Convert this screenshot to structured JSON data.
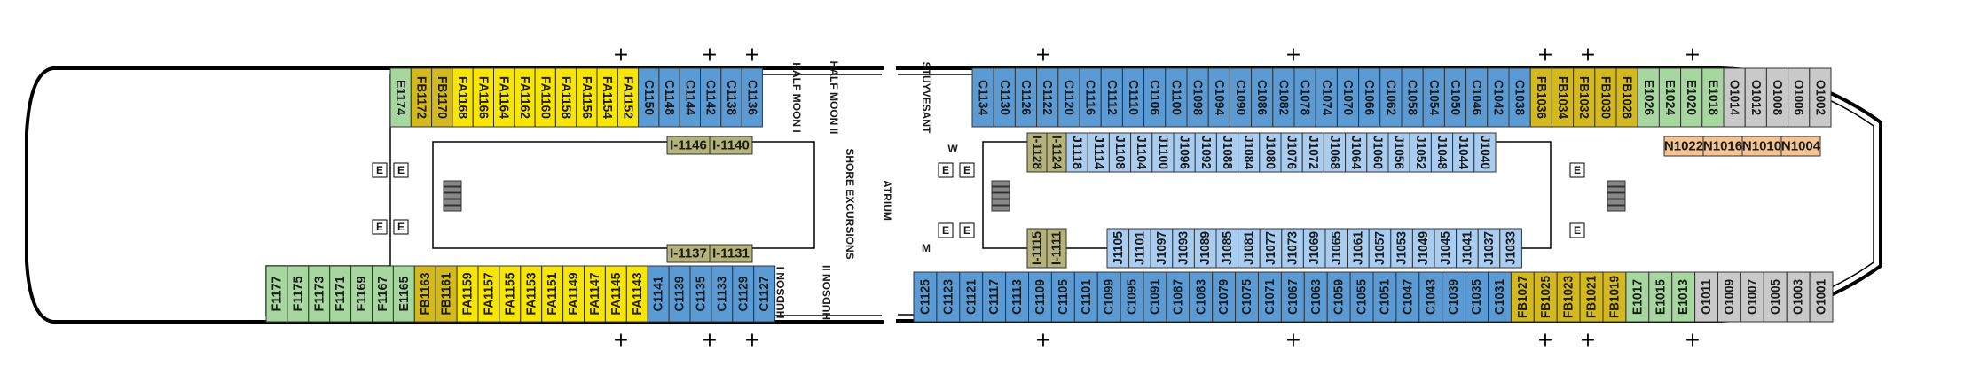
{
  "colors": {
    "FA": "#f8e500",
    "FB": "#d3b91e",
    "C": "#5b9bd5",
    "C_alt": "#6aa5dc",
    "J": "#a9cdf0",
    "I": "#b5b27a",
    "E": "#a5d79f",
    "O": "#c9c9c9",
    "N": "#f4c38f",
    "outline": "#000000"
  },
  "fwd_top": [
    "E1174",
    "FB1172",
    "FB1170",
    "FA1168",
    "FA1166",
    "FA1164",
    "FA1162",
    "FA1160",
    "FA1158",
    "FA1156",
    "FA1154",
    "FA1152",
    "C1150",
    "C1148",
    "C1144",
    "C1142",
    "C1138",
    "C1136"
  ],
  "fwd_bot": [
    "F1177",
    "F1175",
    "F1173",
    "F1171",
    "F1169",
    "F1167",
    "E1165",
    "FB1163",
    "FB1161",
    "FA1159",
    "FA1157",
    "FA1155",
    "FA1153",
    "FA1151",
    "FA1149",
    "FA1147",
    "FA1145",
    "FA1143",
    "C1141",
    "C1139",
    "C1135",
    "C1133",
    "C1129",
    "C1127"
  ],
  "fwd_inner_top": [
    "I-1146",
    "I-1140"
  ],
  "fwd_inner_bot": [
    "I-1137",
    "I-1131"
  ],
  "aft_top": [
    "C1134",
    "C1130",
    "C1126",
    "C1122",
    "C1120",
    "C1116",
    "C1112",
    "C1110",
    "C1106",
    "C1100",
    "C1098",
    "C1094",
    "C1090",
    "C1086",
    "C1082",
    "C1078",
    "C1074",
    "C1070",
    "C1066",
    "C1062",
    "C1058",
    "C1054",
    "C1050",
    "C1046",
    "C1042",
    "C1038",
    "FB1036",
    "FB1034",
    "FB1032",
    "FB1030",
    "FB1028",
    "E1026",
    "E1024",
    "E1020",
    "E1018",
    "O1014",
    "O1012",
    "O1008",
    "O1006",
    "O1002"
  ],
  "aft_bot": [
    "C1125",
    "C1123",
    "C1121",
    "C1117",
    "C1113",
    "C1109",
    "C1105",
    "C1101",
    "C1099",
    "C1095",
    "C1091",
    "C1087",
    "C1083",
    "C1079",
    "C1075",
    "C1071",
    "C1067",
    "C1063",
    "C1059",
    "C1055",
    "C1051",
    "C1047",
    "C1043",
    "C1039",
    "C1035",
    "C1031",
    "FB1027",
    "FB1025",
    "FB1023",
    "FB1021",
    "FB1019",
    "E1017",
    "E1015",
    "E1013",
    "O1011",
    "O1009",
    "O1007",
    "O1005",
    "O1003",
    "O1001"
  ],
  "aft_inner_top_i": [
    "I-1128",
    "I-1124"
  ],
  "aft_inner_top_j": [
    "J1118",
    "J1114",
    "J1108",
    "J1104",
    "J1100",
    "J1096",
    "J1092",
    "J1088",
    "J1084",
    "J1080",
    "J1076",
    "J1072",
    "J1068",
    "J1064",
    "J1060",
    "J1056",
    "J1052",
    "J1048",
    "J1044",
    "J1040"
  ],
  "aft_inner_bot_i": [
    "I-1115",
    "I-1111"
  ],
  "aft_inner_bot_j": [
    "J1105",
    "J1101",
    "J1097",
    "J1093",
    "J1089",
    "J1085",
    "J1081",
    "J1077",
    "J1073",
    "J1069",
    "J1065",
    "J1061",
    "J1057",
    "J1053",
    "J1049",
    "J1045",
    "J1041",
    "J1037",
    "J1033"
  ],
  "n_cabins": [
    "N1022",
    "N1016",
    "N1010",
    "N1004"
  ],
  "labels": {
    "half_moon_1": "HALF MOON I",
    "half_moon_2": "HALF MOON II",
    "stuyvesant": "STUYVESANT",
    "shore_excursions": "SHORE EXCURSIONS",
    "atrium": "ATRIUM",
    "hudson_1": "HUDSON I",
    "hudson_2": "HUDSON II",
    "elevator": "E",
    "restroom_w": "W",
    "restroom_m": "M"
  },
  "markers": {
    "top_glyph": "+",
    "bottom_glyph": "+"
  }
}
